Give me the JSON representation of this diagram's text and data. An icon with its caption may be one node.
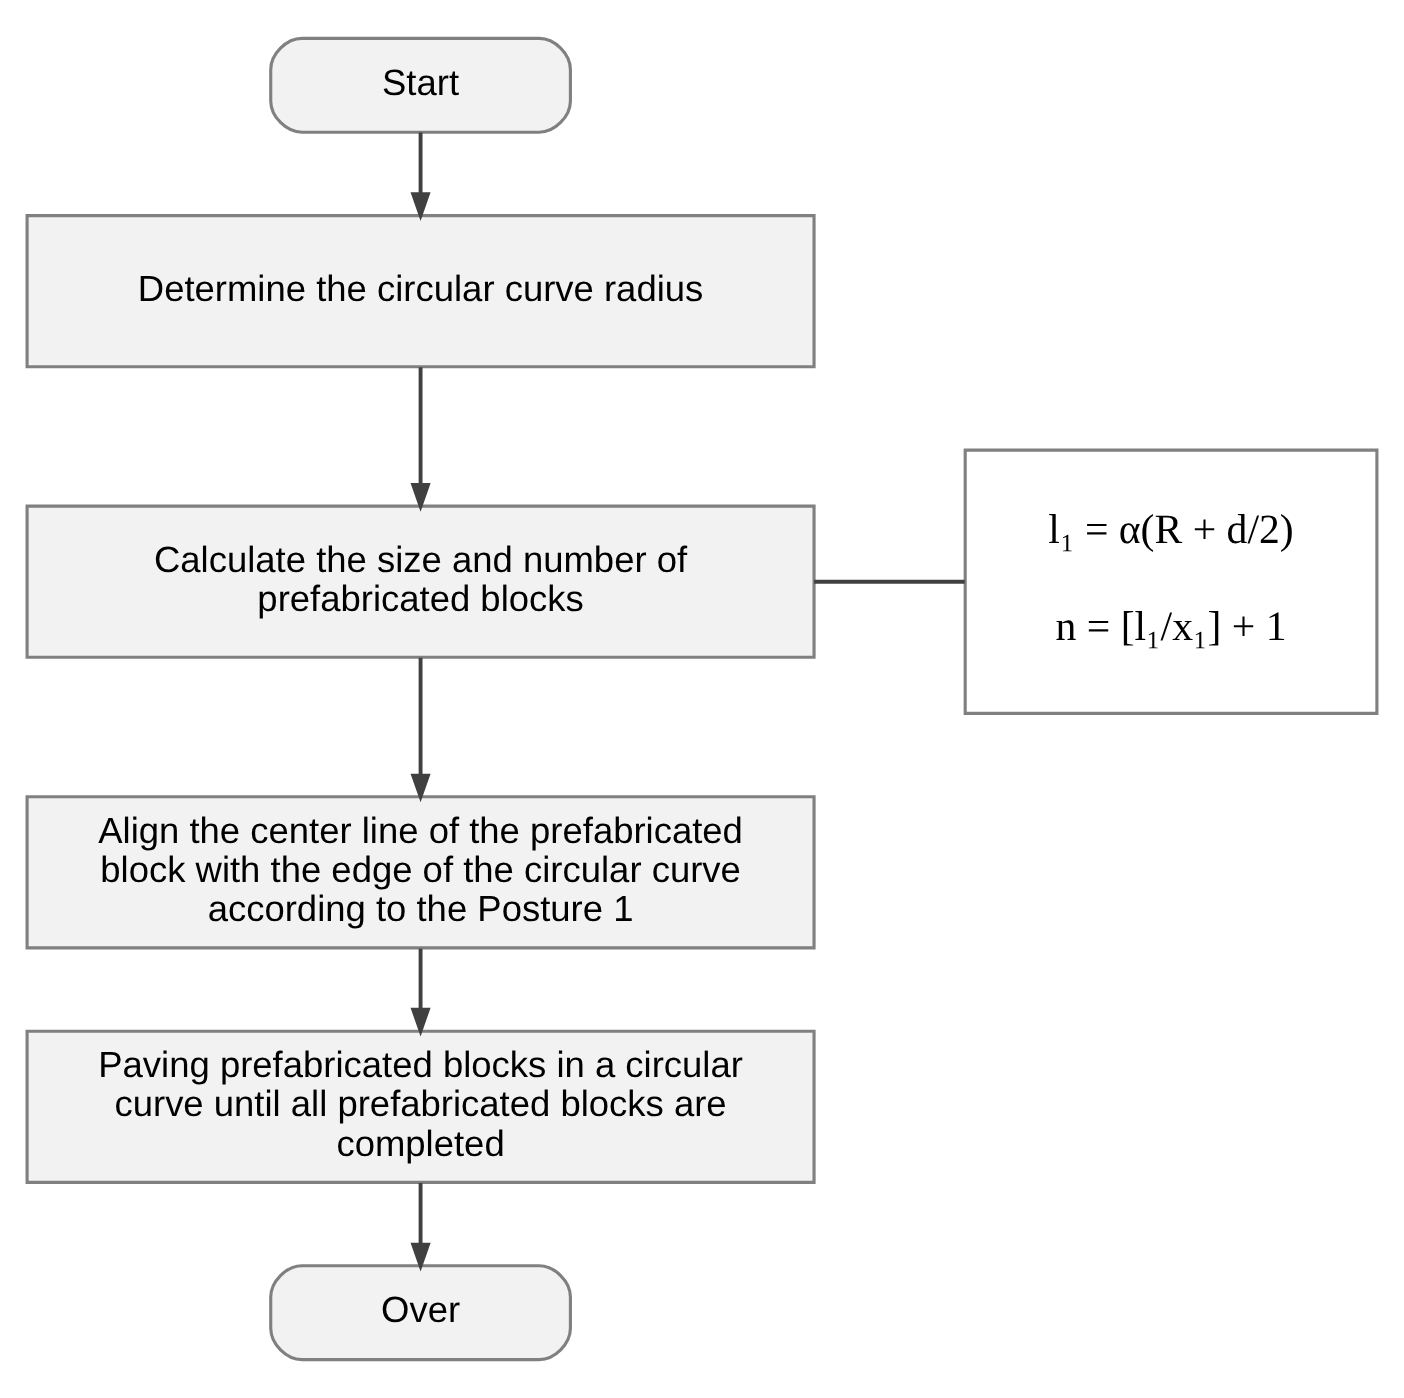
{
  "diagram": {
    "nodes": [
      {
        "text": [
          "Start"
        ]
      },
      {
        "text": [
          "Determine the circular curve radius"
        ]
      },
      {
        "text": [
          "Calculate the size and number of prefabricated blocks"
        ]
      },
      {
        "text": [
          "l₁ = α(R + d/2)",
          "n = [l₁/x₁] + 1"
        ]
      },
      {
        "text": [
          "Align the center line of the prefabricated block with the edge of the circular curve according to the Posture 1"
        ]
      },
      {
        "text": [
          "Paving prefabricated blocks in a circular curve until all prefabricated blocks are completed"
        ]
      },
      {
        "text": [
          "Over"
        ]
      }
    ],
    "edges": [
      {
        "from": 0,
        "to": 1,
        "arrow": "to"
      },
      {
        "from": 1,
        "to": 2,
        "arrow": "to"
      },
      {
        "from": 2,
        "to": 3,
        "arrow": "none"
      },
      {
        "from": 2,
        "to": 4,
        "arrow": "to"
      },
      {
        "from": 4,
        "to": 5,
        "arrow": "to"
      },
      {
        "from": 5,
        "to": 6,
        "arrow": "to"
      }
    ]
  }
}
